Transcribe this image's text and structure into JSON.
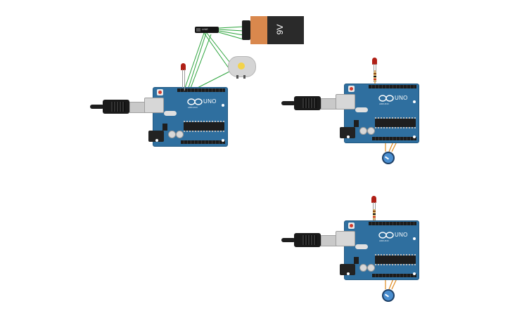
{
  "battery": {
    "label": "9V",
    "terminal_color": "#1e1e1e",
    "copper_color": "#d9884d",
    "body_color": "#2a2a2a"
  },
  "switch": {
    "label": "LINE"
  },
  "boards": [
    {
      "brand": "UNO",
      "subtitle": "ARDUINO"
    },
    {
      "brand": "UNO",
      "subtitle": "ARDUINO"
    },
    {
      "brand": "UNO",
      "subtitle": "ARDUINO"
    }
  ],
  "colors": {
    "board": "#2f6f9f",
    "wire_green": "#2aa33a",
    "wire_orange": "#e08a1e",
    "led_red": "#b01f16",
    "pot_knob": "#4a8ecf"
  },
  "icons": [
    "usb-cable-icon",
    "arduino-uno-icon",
    "led-icon",
    "resistor-icon",
    "potentiometer-icon",
    "battery-9v-icon",
    "slide-switch-icon",
    "dc-motor-icon"
  ]
}
